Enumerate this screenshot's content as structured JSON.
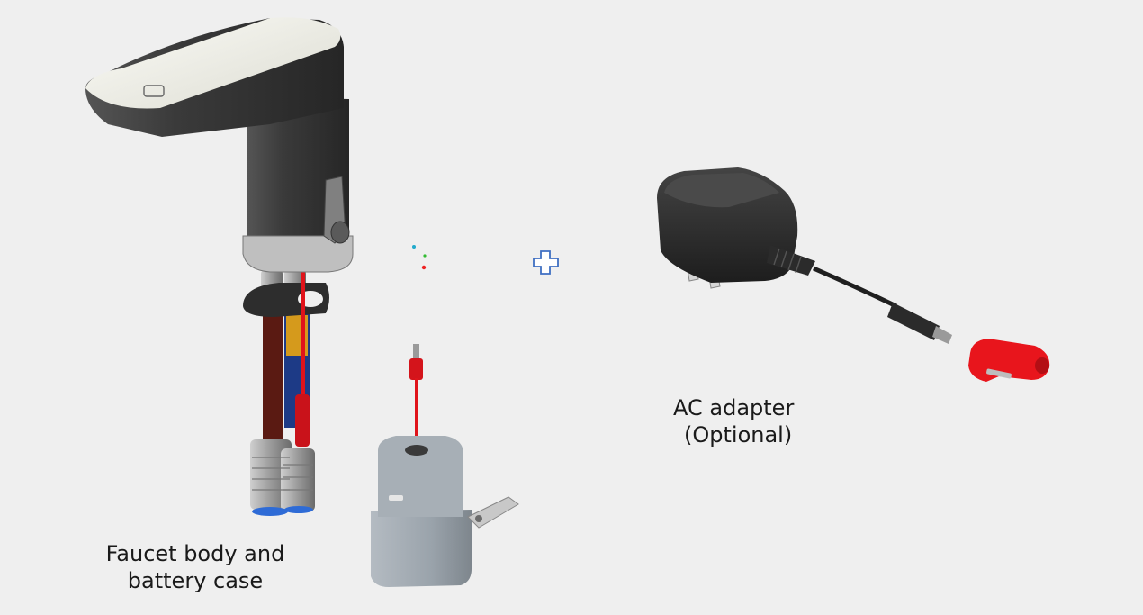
{
  "captions": {
    "faucet": {
      "line1": "Faucet body and",
      "line2": "battery case"
    },
    "adapter": {
      "line1": "AC adapter",
      "line2": "(Optional)"
    }
  },
  "icons": {
    "plus": "plus-outline-icon"
  },
  "colors": {
    "background": "#efefef",
    "faucet_body": "#3a3a3a",
    "faucet_top": "#f4f4ec",
    "wire_red": "#e0131a",
    "battery_case": "#9aa3ab",
    "adapter_black": "#2b2b2b",
    "plug_red": "#e8151c",
    "plus_outline": "#3f6fc2"
  }
}
